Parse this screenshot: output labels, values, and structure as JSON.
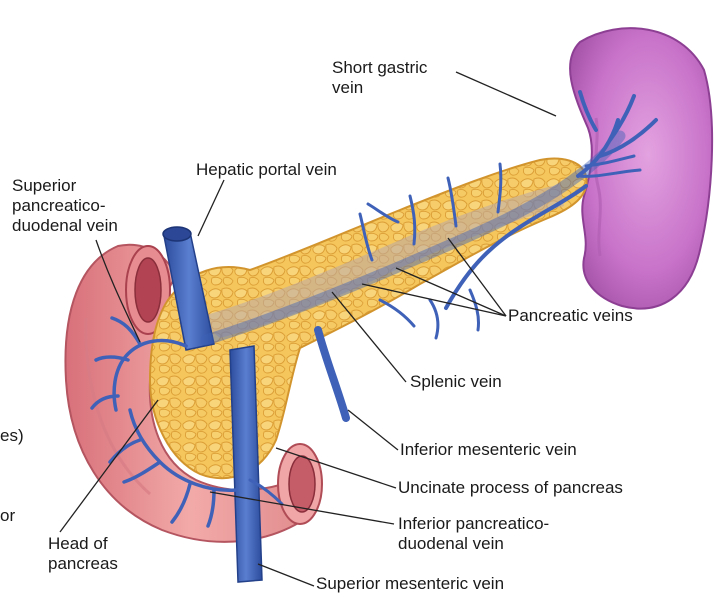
{
  "labels": {
    "short_gastric": {
      "line1": "Short gastric",
      "line2": "vein"
    },
    "hepatic_portal": "Hepatic portal vein",
    "superior_panc_duod": {
      "line1": "Superior",
      "line2": "pancreatico-",
      "line3": "duodenal vein"
    },
    "pancreatic_veins": "Pancreatic veins",
    "splenic": "Splenic vein",
    "inferior_mesenteric": "Inferior mesenteric vein",
    "uncinate": "Uncinate process of pancreas",
    "inferior_panc_duod": {
      "line1": "Inferior pancreatico-",
      "line2": "duodenal vein"
    },
    "head_of_pancreas": {
      "line1": "Head of",
      "line2": "pancreas"
    },
    "superior_mesenteric": "Superior mesenteric vein",
    "cut_left_1": "es)",
    "cut_left_2": "or"
  },
  "colors": {
    "vein": "#3f62b8",
    "vein_dark": "#23408a",
    "pancreas": "#f3c45a",
    "pancreas_lobule": "#e7a73a",
    "spleen": "#c873c9",
    "spleen_dark": "#9a4aa0",
    "duodenum": "#ee9a9a",
    "duodenum_dark": "#c05a62",
    "leader": "#222222"
  }
}
